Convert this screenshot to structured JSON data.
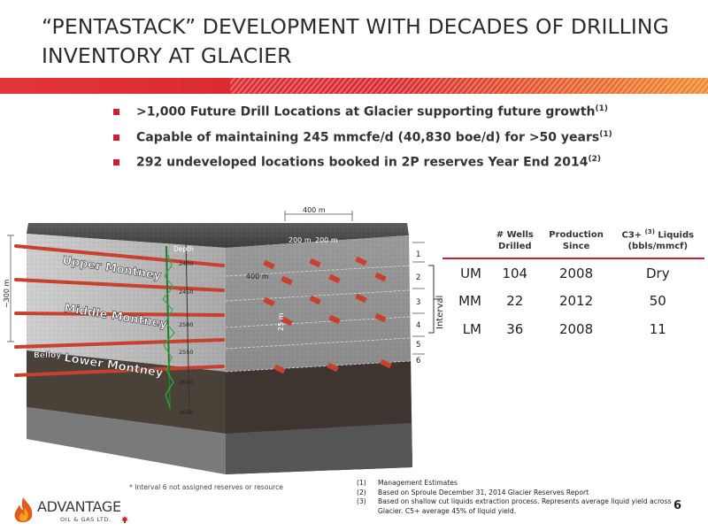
{
  "title": "“PENTASTACK” DEVELOPMENT WITH DECADES OF DRILLING INVENTORY AT GLACIER",
  "bullets": [
    {
      "text": ">1,000 Future Drill Locations at Glacier supporting future growth",
      "ref": "(1)"
    },
    {
      "text": "Capable of maintaining 245 mmcfe/d (40,830 boe/d) for >50 years",
      "ref": "(1)"
    },
    {
      "text": "292 undeveloped locations booked in 2P reserves Year End 2014",
      "ref": "(2)"
    }
  ],
  "diagram": {
    "layers": [
      "Upper Montney",
      "Middle Montney",
      "Lower Montney",
      "Belloy"
    ],
    "depth_label": "Depth",
    "depth_ticks": [
      "2400",
      "2450",
      "2500",
      "2550",
      "2600",
      "2650"
    ],
    "dim_top": "400 m",
    "dim_half_left": "200 m",
    "dim_half_right": "200 m",
    "dim_lateral": "400 m",
    "dim_vertical": "~300 m",
    "dim_interval": "25 m",
    "interval_label": "Interval",
    "interval_numbers": [
      "1",
      "2",
      "3",
      "4",
      "5",
      "6"
    ],
    "note": "* Interval 6 not assigned reserves or resource"
  },
  "table": {
    "headers": [
      "# Wells Drilled",
      "Production Since"
    ],
    "liquids_header": {
      "pre": "C3+ ",
      "sup": "(3)",
      "post": " Liquids (bbls/mmcf)"
    },
    "rows": [
      {
        "label": "UM",
        "wells": "104",
        "since": "2008",
        "liquids": "Dry"
      },
      {
        "label": "MM",
        "wells": "22",
        "since": "2012",
        "liquids": "50"
      },
      {
        "label": "LM",
        "wells": "36",
        "since": "2008",
        "liquids": "11"
      }
    ]
  },
  "footnotes": [
    {
      "n": "(1)",
      "text": "Management Estimates"
    },
    {
      "n": "(2)",
      "text": "Based on Sproule December 31, 2014 Glacier Reserves Report"
    },
    {
      "n": "(3)",
      "text": "Based on shallow cut liquids extraction process.  Represents average liquid yield across Glacier.  C5+ average 45% of liquid yield."
    }
  ],
  "page_number": "6",
  "logo": {
    "name": "ADVANTAGE",
    "sub": "OIL & GAS LTD."
  },
  "colors": {
    "accent": "#d0202f",
    "title": "#2b2b2b"
  }
}
